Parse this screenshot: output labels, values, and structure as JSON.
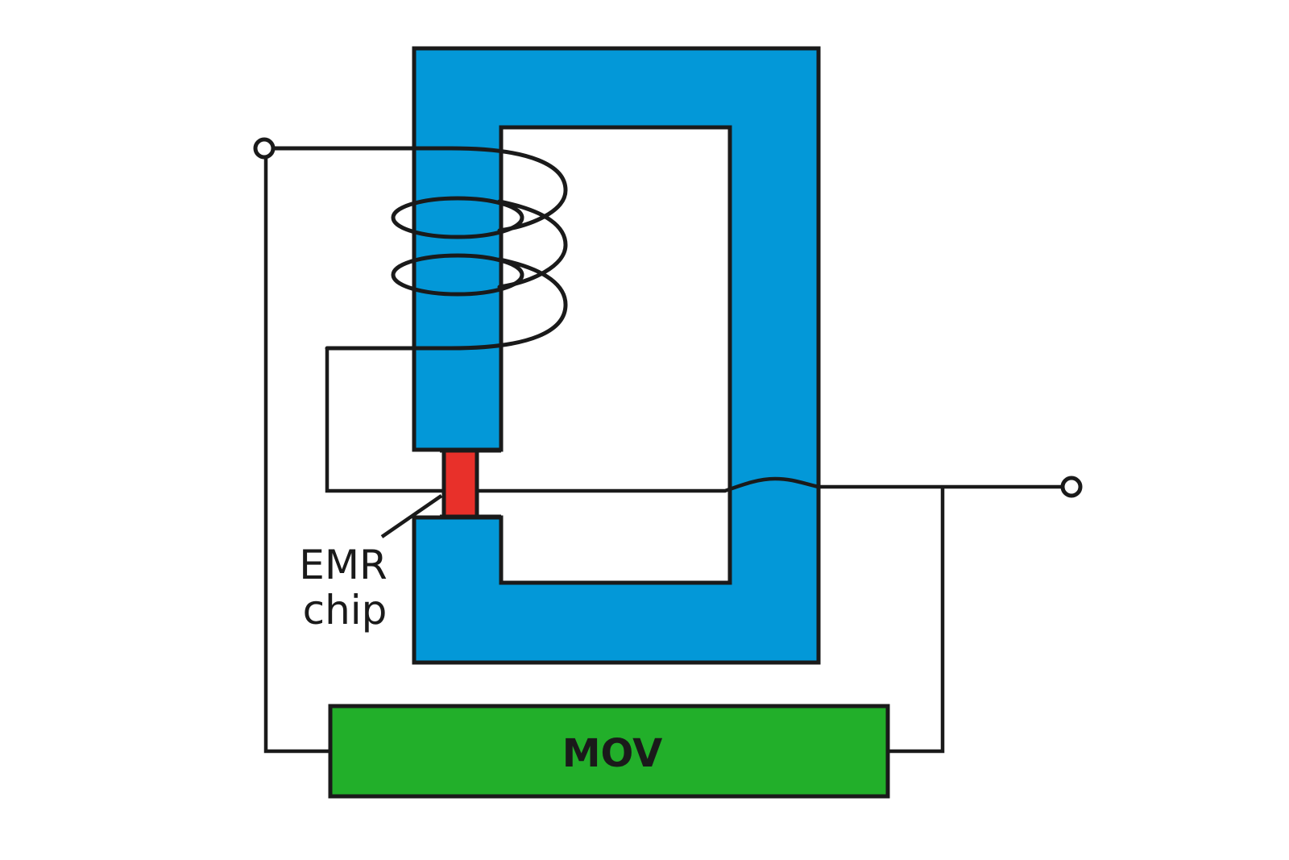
{
  "diagram": {
    "chip_label_line1": "EMR",
    "chip_label_line2": "chip",
    "mov_label": "MOV"
  },
  "colors": {
    "core": "#0398D8",
    "chip": "#E8302A",
    "mov": "#22AF2A",
    "stroke": "#1a1a1a",
    "background": "#ffffff"
  }
}
